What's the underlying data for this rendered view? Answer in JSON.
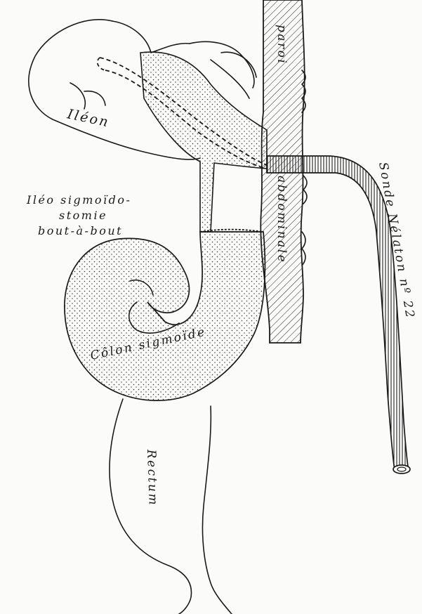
{
  "labels": {
    "ileon": "Iléon",
    "anastomosis_line1": "Iléo sigmoïdo-",
    "anastomosis_line2": "stomie",
    "anastomosis_line3": "bout-à-bout",
    "colon": "Côlon sigmoïde",
    "rectum": "Rectum",
    "wall_top": "paroi",
    "wall_bottom": "abdominale",
    "tube": "Sonde Nélaton nº 22"
  },
  "colors": {
    "ink": "#1a1a1a",
    "paper": "#fbfbf9"
  }
}
